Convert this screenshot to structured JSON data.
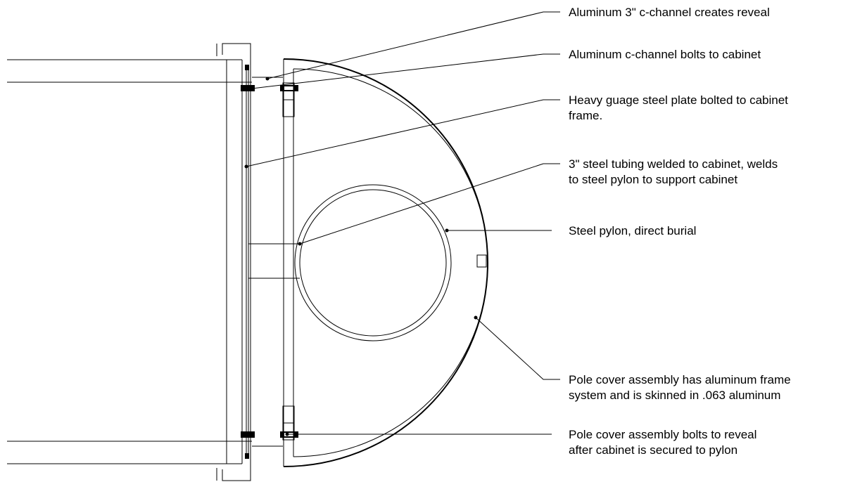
{
  "callouts": [
    {
      "id": "reveal",
      "lines": [
        "Aluminum 3\" c-channel creates reveal"
      ]
    },
    {
      "id": "c-channel-bolts",
      "lines": [
        "Aluminum c-channel bolts to cabinet"
      ]
    },
    {
      "id": "steel-plate",
      "lines": [
        "Heavy guage steel plate bolted to cabinet",
        "frame."
      ]
    },
    {
      "id": "steel-tubing",
      "lines": [
        "3\" steel tubing welded to cabinet, welds",
        "to steel pylon to support cabinet"
      ]
    },
    {
      "id": "pylon",
      "lines": [
        "Steel pylon, direct burial"
      ]
    },
    {
      "id": "pole-cover-frame",
      "lines": [
        "Pole cover assembly has aluminum frame",
        "system and is skinned in .063 aluminum"
      ]
    },
    {
      "id": "pole-cover-bolts",
      "lines": [
        "Pole cover assembly bolts to reveal",
        "after cabinet is secured to pylon"
      ]
    }
  ]
}
